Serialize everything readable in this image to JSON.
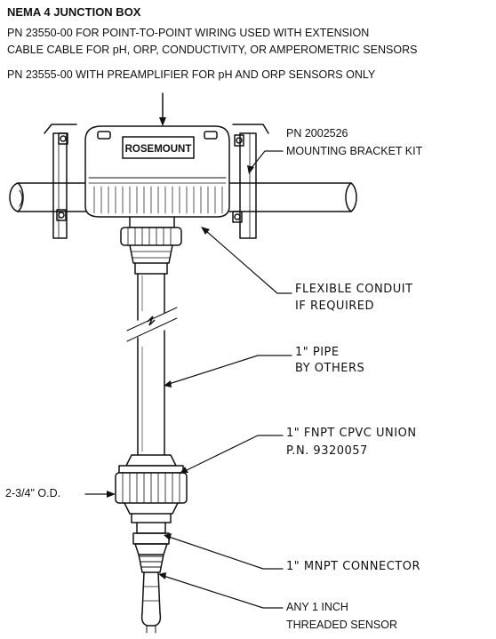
{
  "header": {
    "title": "NEMA 4 JUNCTION BOX",
    "line1": "PN 23550-00 FOR POINT-TO-POINT WIRING USED WITH EXTENSION",
    "line2": "CABLE CABLE FOR pH, ORP, CONDUCTIVITY, OR AMPEROMETRIC SENSORS",
    "line3": "PN 23555-00 WITH PREAMPLIFIER FOR pH AND ORP SENSORS ONLY"
  },
  "box": {
    "brand": "ROSEMOUNT"
  },
  "callouts": {
    "bracket_pn": "PN 2002526",
    "bracket_name": "MOUNTING BRACKET KIT",
    "conduit_1": "FLEXIBLE CONDUIT",
    "conduit_2": "IF REQUIRED",
    "pipe_1": "1\" PIPE",
    "pipe_2": "BY OTHERS",
    "union_1": "1\" FNPT CPVC UNION",
    "union_2": "P.N. 9320057",
    "od": "2-3/4\" O.D.",
    "connector": "1\" MNPT  CONNECTOR",
    "sensor_1": "ANY 1 INCH",
    "sensor_2": "THREADED SENSOR"
  }
}
